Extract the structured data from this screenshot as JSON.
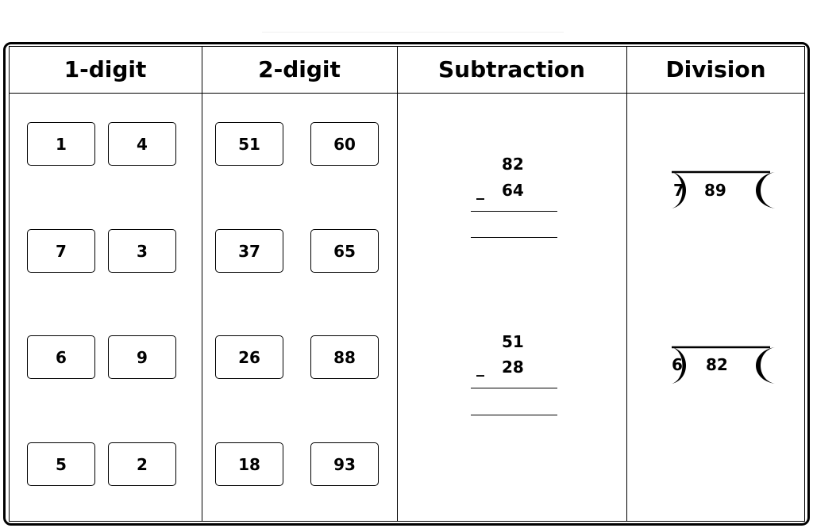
{
  "headers": [
    "1-digit",
    "2-digit",
    "Subtraction",
    "Division"
  ],
  "one_digit_pairs": [
    [
      "1",
      "4"
    ],
    [
      "7",
      "3"
    ],
    [
      "6",
      "9"
    ],
    [
      "5",
      "2"
    ]
  ],
  "two_digit_pairs": [
    [
      "51",
      "60"
    ],
    [
      "37",
      "65"
    ],
    [
      "26",
      "88"
    ],
    [
      "18",
      "93"
    ]
  ],
  "subtraction": [
    {
      "top": "82",
      "bottom": "64",
      "operator": "_"
    },
    {
      "top": "51",
      "bottom": "28",
      "operator": "_"
    }
  ],
  "division": [
    {
      "divisor": "7",
      "dividend": "89"
    },
    {
      "divisor": "6",
      "dividend": "82"
    }
  ]
}
